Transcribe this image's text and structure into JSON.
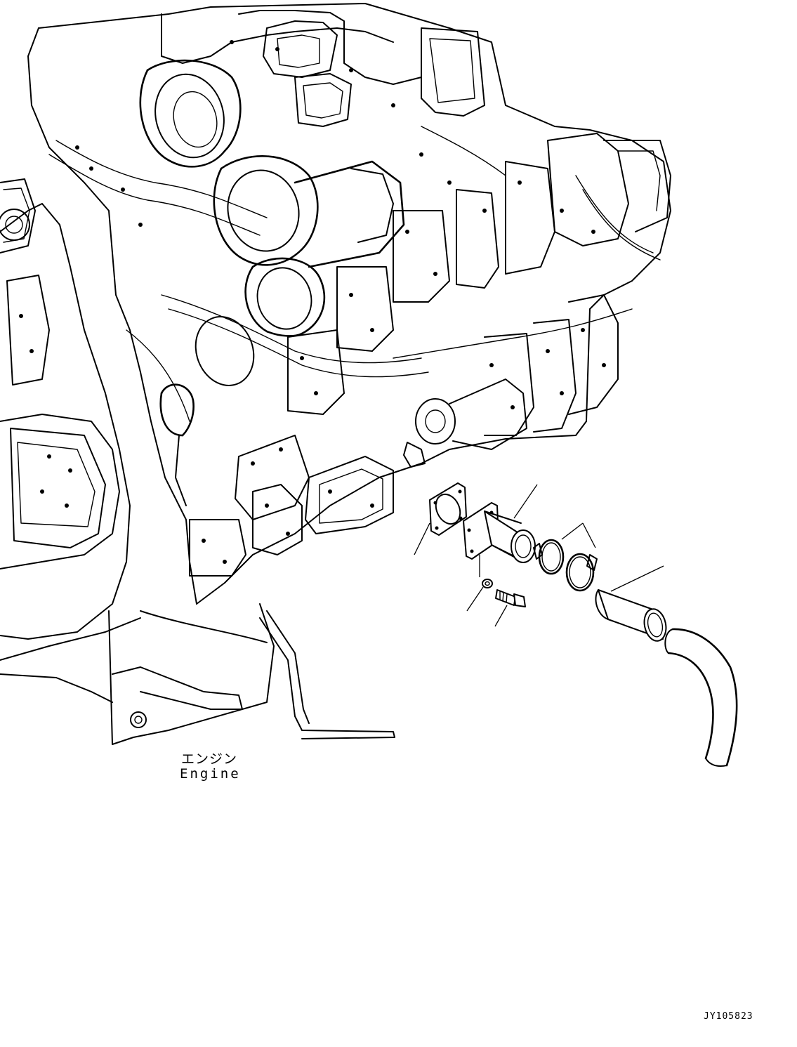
{
  "diagram": {
    "engine_label_jp": "エンジン",
    "engine_label_en": "Engine",
    "figure_id": "JY105823",
    "line_color": "#000000",
    "background_color": "#ffffff",
    "parts": [
      {
        "name": "gasket"
      },
      {
        "name": "tube-with-flange"
      },
      {
        "name": "washer"
      },
      {
        "name": "bolt"
      },
      {
        "name": "hose-clamps"
      },
      {
        "name": "rubber-hose"
      },
      {
        "name": "intake-pipe"
      }
    ]
  }
}
